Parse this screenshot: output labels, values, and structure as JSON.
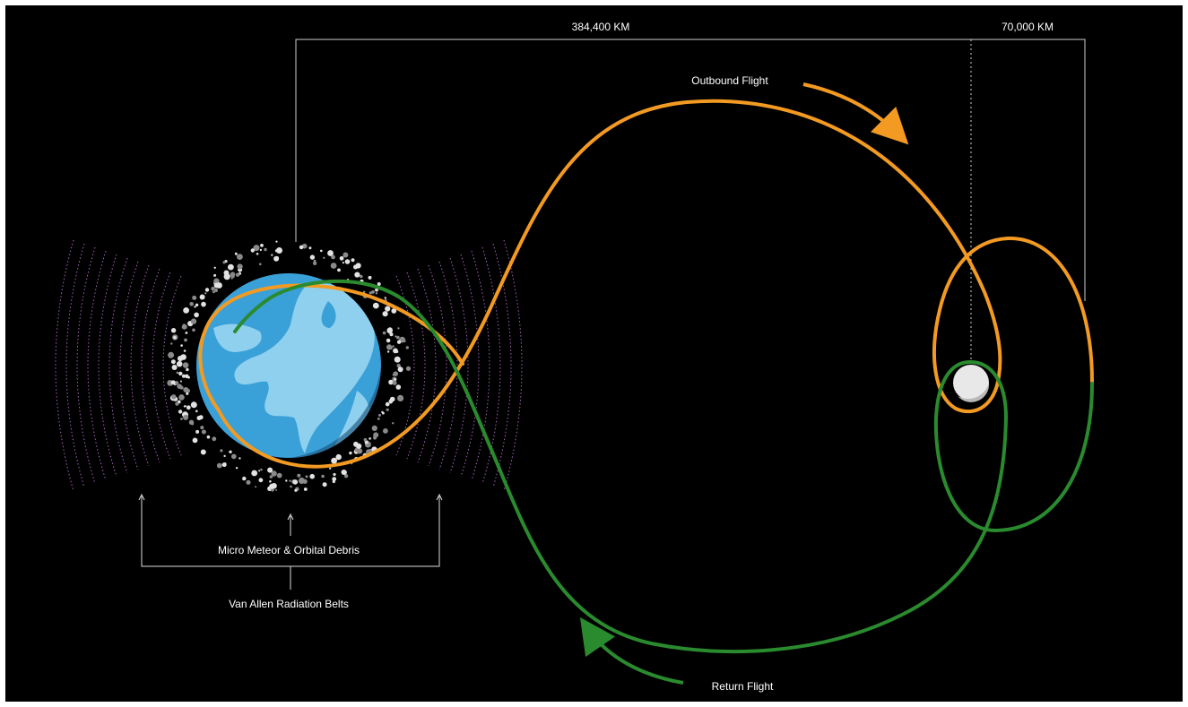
{
  "labels": {
    "earth_moon_distance": "384,400 KM",
    "beyond_moon_distance": "70,000 KM",
    "outbound_flight": "Outbound Flight",
    "return_flight": "Return Flight",
    "micro_meteor": "Micro Meteor & Orbital Debris",
    "van_allen": "Van Allen Radiation Belts"
  },
  "colors": {
    "background": "#000000",
    "outbound_path": "#f29a22",
    "return_path": "#2a8a2e",
    "earth_ocean": "#3aa0d8",
    "earth_land": "#8fd0ee",
    "moon": "#e6e6e6",
    "radiation_belt": "#c07ad8",
    "debris": "#d8d8d8",
    "guide_lines": "#cfcfcf"
  },
  "icons": {
    "earth": "earth-icon",
    "moon": "moon-icon",
    "outbound_arrow": "curved-arrow-right-icon",
    "return_arrow": "curved-arrow-left-icon"
  }
}
